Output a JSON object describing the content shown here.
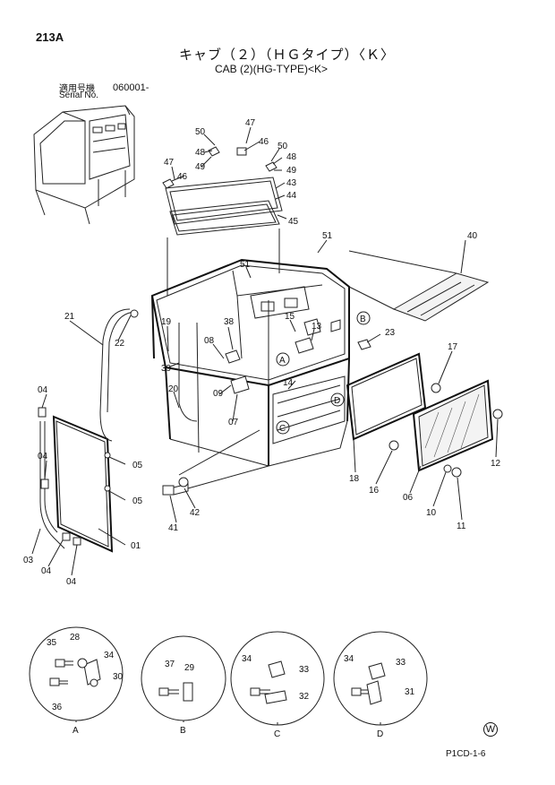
{
  "header": {
    "page_id": "213A",
    "title_jp": "キャブ（２）（ＨＧタイプ）〈Ｋ〉",
    "title_en": "CAB (2)(HG-TYPE)<K>",
    "serial_label_jp": "適用号機",
    "serial_label_en": "Serial No.",
    "serial_value": "060001-"
  },
  "footer": {
    "mark": "W",
    "code": "P1CD-1-6"
  },
  "callouts": [
    {
      "id": "c-47a",
      "label": "47"
    },
    {
      "id": "c-46a",
      "label": "46"
    },
    {
      "id": "c-50a",
      "label": "50"
    },
    {
      "id": "c-48a",
      "label": "48"
    },
    {
      "id": "c-49a",
      "label": "49"
    },
    {
      "id": "c-47b",
      "label": "47"
    },
    {
      "id": "c-46b",
      "label": "46"
    },
    {
      "id": "c-50b",
      "label": "50"
    },
    {
      "id": "c-48b",
      "label": "48"
    },
    {
      "id": "c-49b",
      "label": "49"
    },
    {
      "id": "c-43",
      "label": "43"
    },
    {
      "id": "c-44",
      "label": "44"
    },
    {
      "id": "c-45",
      "label": "45"
    },
    {
      "id": "c-51a",
      "label": "51"
    },
    {
      "id": "c-51b",
      "label": "51"
    },
    {
      "id": "c-40",
      "label": "40"
    },
    {
      "id": "c-21",
      "label": "21"
    },
    {
      "id": "c-22",
      "label": "22"
    },
    {
      "id": "c-19",
      "label": "19"
    },
    {
      "id": "c-39",
      "label": "39"
    },
    {
      "id": "c-38",
      "label": "38"
    },
    {
      "id": "c-08",
      "label": "08"
    },
    {
      "id": "c-15",
      "label": "15"
    },
    {
      "id": "c-13",
      "label": "13"
    },
    {
      "id": "c-23",
      "label": "23"
    },
    {
      "id": "c-17",
      "label": "17"
    },
    {
      "id": "c-09",
      "label": "09"
    },
    {
      "id": "c-20",
      "label": "20"
    },
    {
      "id": "c-14",
      "label": "14"
    },
    {
      "id": "c-07",
      "label": "07"
    },
    {
      "id": "c-04a",
      "label": "04"
    },
    {
      "id": "c-04b",
      "label": "04"
    },
    {
      "id": "c-05a",
      "label": "05"
    },
    {
      "id": "c-05b",
      "label": "05"
    },
    {
      "id": "c-01",
      "label": "01"
    },
    {
      "id": "c-03",
      "label": "03"
    },
    {
      "id": "c-04c",
      "label": "04"
    },
    {
      "id": "c-04d",
      "label": "04"
    },
    {
      "id": "c-41",
      "label": "41"
    },
    {
      "id": "c-42",
      "label": "42"
    },
    {
      "id": "c-18",
      "label": "18"
    },
    {
      "id": "c-16",
      "label": "16"
    },
    {
      "id": "c-06",
      "label": "06"
    },
    {
      "id": "c-10",
      "label": "10"
    },
    {
      "id": "c-11",
      "label": "11"
    },
    {
      "id": "c-12",
      "label": "12"
    },
    {
      "id": "c-35",
      "label": "35"
    },
    {
      "id": "c-28",
      "label": "28"
    },
    {
      "id": "c-34a",
      "label": "34"
    },
    {
      "id": "c-30",
      "label": "30"
    },
    {
      "id": "c-36",
      "label": "36"
    },
    {
      "id": "c-37",
      "label": "37"
    },
    {
      "id": "c-29",
      "label": "29"
    },
    {
      "id": "c-34b",
      "label": "34"
    },
    {
      "id": "c-33a",
      "label": "33"
    },
    {
      "id": "c-32",
      "label": "32"
    },
    {
      "id": "c-34c",
      "label": "34"
    },
    {
      "id": "c-33b",
      "label": "33"
    },
    {
      "id": "c-31",
      "label": "31"
    }
  ],
  "refs": [
    {
      "id": "r-a",
      "label": "A"
    },
    {
      "id": "r-b",
      "label": "B"
    },
    {
      "id": "r-c",
      "label": "C"
    },
    {
      "id": "r-d",
      "label": "D"
    }
  ],
  "details": [
    {
      "id": "detail-a",
      "label": "A"
    },
    {
      "id": "detail-b",
      "label": "B"
    },
    {
      "id": "detail-c",
      "label": "C"
    },
    {
      "id": "detail-d",
      "label": "D"
    }
  ]
}
